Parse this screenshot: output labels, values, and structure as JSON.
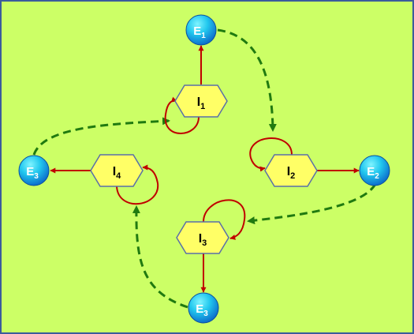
{
  "colors": {
    "background": "#CCFF66",
    "border": "#3B5C9C",
    "process_fill": "#FFFF66",
    "process_stroke": "#5A6FA8",
    "endpoint_light": "#33E0F0",
    "endpoint_dark": "#0A6FD0",
    "solid_arrow": "#C00000",
    "dashed_arrow": "#207A10"
  },
  "nodes": {
    "I1": {
      "base": "I",
      "sub": "1",
      "shape": "hexagon"
    },
    "I2": {
      "base": "I",
      "sub": "2",
      "shape": "hexagon"
    },
    "I3": {
      "base": "I",
      "sub": "3",
      "shape": "hexagon"
    },
    "I4": {
      "base": "I",
      "sub": "4",
      "shape": "hexagon"
    },
    "E1": {
      "base": "E",
      "sub": "1",
      "shape": "circle"
    },
    "E2": {
      "base": "E",
      "sub": "2",
      "shape": "circle"
    },
    "E3_left": {
      "base": "E",
      "sub": "3",
      "shape": "circle"
    },
    "E3_bottom": {
      "base": "E",
      "sub": "3",
      "shape": "circle"
    }
  },
  "edges": [
    {
      "from": "I1",
      "to": "E1",
      "style": "solid"
    },
    {
      "from": "I2",
      "to": "E2",
      "style": "solid"
    },
    {
      "from": "I3",
      "to": "E3_bottom",
      "style": "solid"
    },
    {
      "from": "I4",
      "to": "E3_left",
      "style": "solid"
    },
    {
      "from": "I1",
      "to": "I1",
      "style": "solid-self-loop"
    },
    {
      "from": "I2",
      "to": "I2",
      "style": "solid-self-loop"
    },
    {
      "from": "I3",
      "to": "I3",
      "style": "solid-self-loop"
    },
    {
      "from": "I4",
      "to": "I4",
      "style": "solid-self-loop"
    },
    {
      "from": "E1",
      "to": "I2",
      "style": "dashed"
    },
    {
      "from": "E2",
      "to": "I3",
      "style": "dashed"
    },
    {
      "from": "E3_bottom",
      "to": "I4",
      "style": "dashed"
    },
    {
      "from": "E3_left",
      "to": "I1",
      "style": "dashed"
    }
  ]
}
